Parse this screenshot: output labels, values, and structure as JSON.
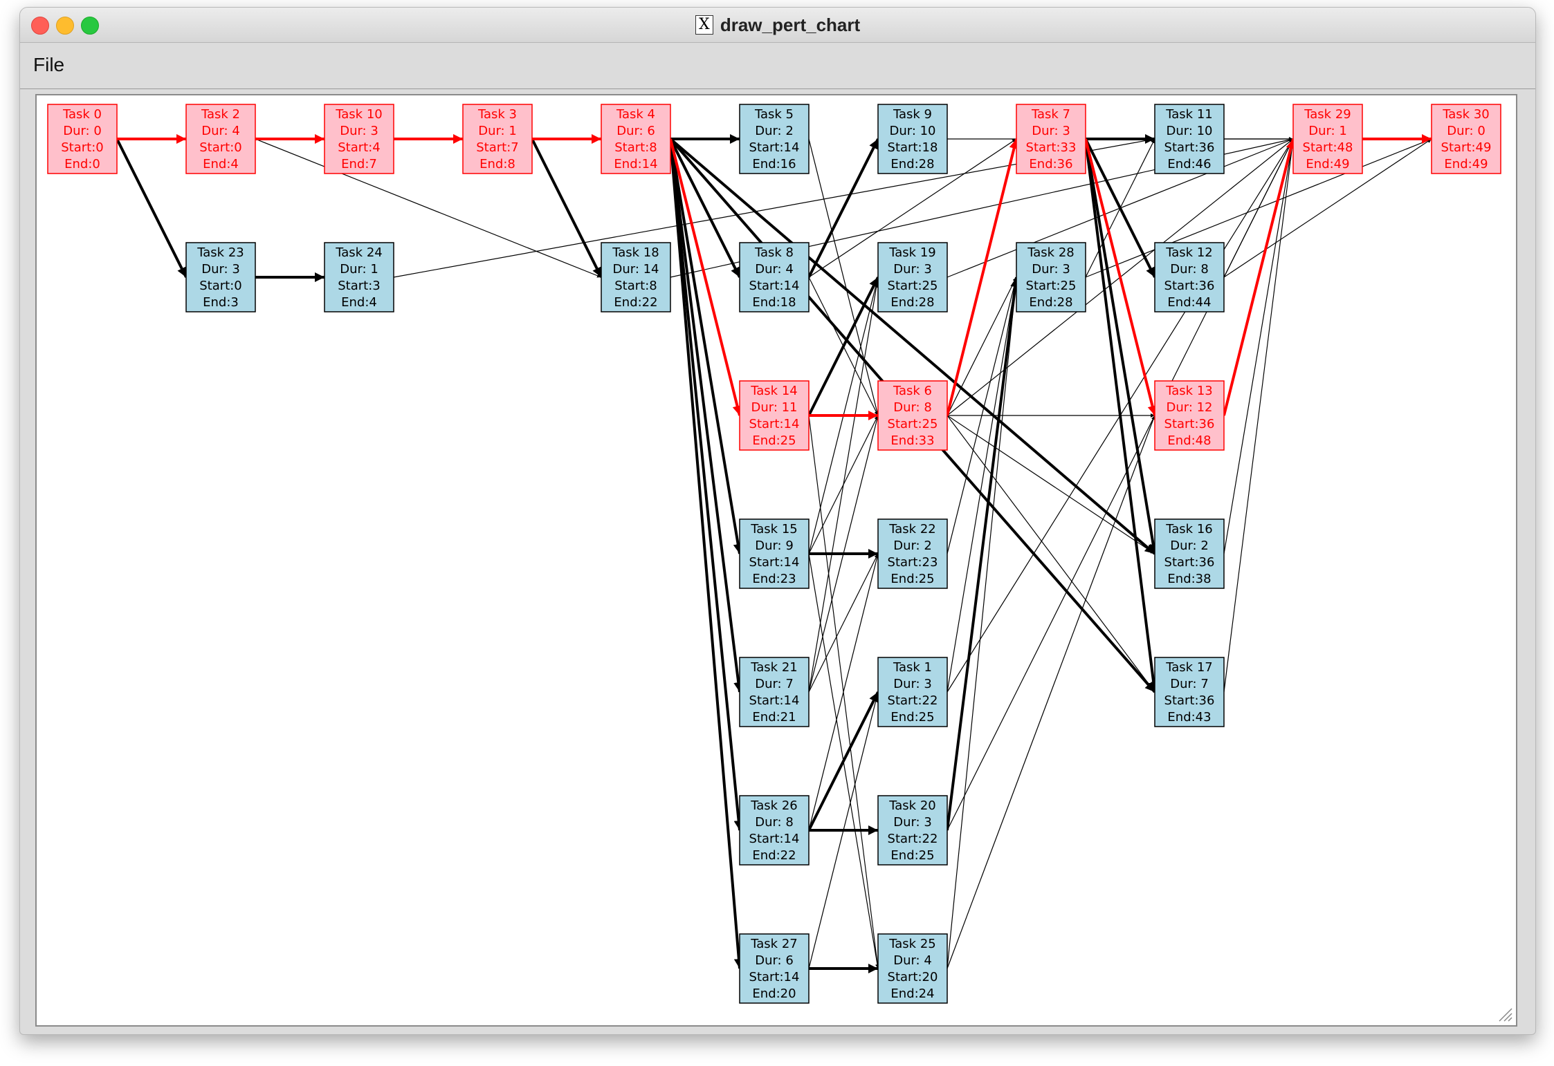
{
  "window": {
    "title": "draw_pert_chart",
    "app_icon": "x11-icon"
  },
  "menu": {
    "file": "File"
  },
  "colors": {
    "critical_edge": "#ff0000",
    "normal_edge": "#000000",
    "critical_fill": "#ffc0cb",
    "critical_border": "#ff0000",
    "critical_text": "#ff0000",
    "normal_fill": "#add8e6",
    "normal_border": "#000000",
    "normal_text": "#000000"
  },
  "diagram": {
    "tasks": [
      {
        "id": 0,
        "label": "Task 0",
        "dur": "Dur: 0",
        "start": "Start:0",
        "end": "End:0",
        "col": 0,
        "row": 0,
        "critical": true
      },
      {
        "id": 2,
        "label": "Task 2",
        "dur": "Dur: 4",
        "start": "Start:0",
        "end": "End:4",
        "col": 1,
        "row": 0,
        "critical": true
      },
      {
        "id": 23,
        "label": "Task 23",
        "dur": "Dur: 3",
        "start": "Start:0",
        "end": "End:3",
        "col": 1,
        "row": 1,
        "critical": false
      },
      {
        "id": 10,
        "label": "Task 10",
        "dur": "Dur: 3",
        "start": "Start:4",
        "end": "End:7",
        "col": 2,
        "row": 0,
        "critical": true
      },
      {
        "id": 24,
        "label": "Task 24",
        "dur": "Dur: 1",
        "start": "Start:3",
        "end": "End:4",
        "col": 2,
        "row": 1,
        "critical": false
      },
      {
        "id": 3,
        "label": "Task 3",
        "dur": "Dur: 1",
        "start": "Start:7",
        "end": "End:8",
        "col": 3,
        "row": 0,
        "critical": true
      },
      {
        "id": 4,
        "label": "Task 4",
        "dur": "Dur: 6",
        "start": "Start:8",
        "end": "End:14",
        "col": 4,
        "row": 0,
        "critical": true
      },
      {
        "id": 18,
        "label": "Task 18",
        "dur": "Dur: 14",
        "start": "Start:8",
        "end": "End:22",
        "col": 4,
        "row": 1,
        "critical": false
      },
      {
        "id": 5,
        "label": "Task 5",
        "dur": "Dur: 2",
        "start": "Start:14",
        "end": "End:16",
        "col": 5,
        "row": 0,
        "critical": false
      },
      {
        "id": 8,
        "label": "Task 8",
        "dur": "Dur: 4",
        "start": "Start:14",
        "end": "End:18",
        "col": 5,
        "row": 1,
        "critical": false
      },
      {
        "id": 14,
        "label": "Task 14",
        "dur": "Dur: 11",
        "start": "Start:14",
        "end": "End:25",
        "col": 5,
        "row": 2,
        "critical": true
      },
      {
        "id": 15,
        "label": "Task 15",
        "dur": "Dur: 9",
        "start": "Start:14",
        "end": "End:23",
        "col": 5,
        "row": 3,
        "critical": false
      },
      {
        "id": 21,
        "label": "Task 21",
        "dur": "Dur: 7",
        "start": "Start:14",
        "end": "End:21",
        "col": 5,
        "row": 4,
        "critical": false
      },
      {
        "id": 26,
        "label": "Task 26",
        "dur": "Dur: 8",
        "start": "Start:14",
        "end": "End:22",
        "col": 5,
        "row": 5,
        "critical": false
      },
      {
        "id": 27,
        "label": "Task 27",
        "dur": "Dur: 6",
        "start": "Start:14",
        "end": "End:20",
        "col": 5,
        "row": 6,
        "critical": false
      },
      {
        "id": 9,
        "label": "Task 9",
        "dur": "Dur: 10",
        "start": "Start:18",
        "end": "End:28",
        "col": 6,
        "row": 0,
        "critical": false
      },
      {
        "id": 19,
        "label": "Task 19",
        "dur": "Dur: 3",
        "start": "Start:25",
        "end": "End:28",
        "col": 6,
        "row": 1,
        "critical": false
      },
      {
        "id": 6,
        "label": "Task 6",
        "dur": "Dur: 8",
        "start": "Start:25",
        "end": "End:33",
        "col": 6,
        "row": 2,
        "critical": true
      },
      {
        "id": 22,
        "label": "Task 22",
        "dur": "Dur: 2",
        "start": "Start:23",
        "end": "End:25",
        "col": 6,
        "row": 3,
        "critical": false
      },
      {
        "id": 1,
        "label": "Task 1",
        "dur": "Dur: 3",
        "start": "Start:22",
        "end": "End:25",
        "col": 6,
        "row": 4,
        "critical": false
      },
      {
        "id": 20,
        "label": "Task 20",
        "dur": "Dur: 3",
        "start": "Start:22",
        "end": "End:25",
        "col": 6,
        "row": 5,
        "critical": false
      },
      {
        "id": 25,
        "label": "Task 25",
        "dur": "Dur: 4",
        "start": "Start:20",
        "end": "End:24",
        "col": 6,
        "row": 6,
        "critical": false
      },
      {
        "id": 7,
        "label": "Task 7",
        "dur": "Dur: 3",
        "start": "Start:33",
        "end": "End:36",
        "col": 7,
        "row": 0,
        "critical": true
      },
      {
        "id": 28,
        "label": "Task 28",
        "dur": "Dur: 3",
        "start": "Start:25",
        "end": "End:28",
        "col": 7,
        "row": 1,
        "critical": false
      },
      {
        "id": 11,
        "label": "Task 11",
        "dur": "Dur: 10",
        "start": "Start:36",
        "end": "End:46",
        "col": 8,
        "row": 0,
        "critical": false
      },
      {
        "id": 12,
        "label": "Task 12",
        "dur": "Dur: 8",
        "start": "Start:36",
        "end": "End:44",
        "col": 8,
        "row": 1,
        "critical": false
      },
      {
        "id": 13,
        "label": "Task 13",
        "dur": "Dur: 12",
        "start": "Start:36",
        "end": "End:48",
        "col": 8,
        "row": 2,
        "critical": true
      },
      {
        "id": 16,
        "label": "Task 16",
        "dur": "Dur: 2",
        "start": "Start:36",
        "end": "End:38",
        "col": 8,
        "row": 3,
        "critical": false
      },
      {
        "id": 17,
        "label": "Task 17",
        "dur": "Dur: 7",
        "start": "Start:36",
        "end": "End:43",
        "col": 8,
        "row": 4,
        "critical": false
      },
      {
        "id": 29,
        "label": "Task 29",
        "dur": "Dur: 1",
        "start": "Start:48",
        "end": "End:49",
        "col": 9,
        "row": 0,
        "critical": true
      },
      {
        "id": 30,
        "label": "Task 30",
        "dur": "Dur: 0",
        "start": "Start:49",
        "end": "End:49",
        "col": 10,
        "row": 0,
        "critical": true
      }
    ],
    "edges": [
      {
        "from": 0,
        "to": 2,
        "critical": true,
        "heavy": true
      },
      {
        "from": 0,
        "to": 23,
        "critical": false,
        "heavy": true
      },
      {
        "from": 2,
        "to": 10,
        "critical": true,
        "heavy": true
      },
      {
        "from": 2,
        "to": 18,
        "critical": false,
        "heavy": false
      },
      {
        "from": 10,
        "to": 3,
        "critical": true,
        "heavy": true
      },
      {
        "from": 23,
        "to": 24,
        "critical": false,
        "heavy": true
      },
      {
        "from": 24,
        "to": 11,
        "critical": false,
        "heavy": false
      },
      {
        "from": 3,
        "to": 4,
        "critical": true,
        "heavy": true
      },
      {
        "from": 3,
        "to": 18,
        "critical": false,
        "heavy": true
      },
      {
        "from": 18,
        "to": 29,
        "critical": false,
        "heavy": false
      },
      {
        "from": 4,
        "to": 5,
        "critical": false,
        "heavy": true
      },
      {
        "from": 4,
        "to": 8,
        "critical": false,
        "heavy": true
      },
      {
        "from": 4,
        "to": 14,
        "critical": true,
        "heavy": true
      },
      {
        "from": 4,
        "to": 15,
        "critical": false,
        "heavy": true
      },
      {
        "from": 4,
        "to": 21,
        "critical": false,
        "heavy": true
      },
      {
        "from": 4,
        "to": 26,
        "critical": false,
        "heavy": true
      },
      {
        "from": 4,
        "to": 27,
        "critical": false,
        "heavy": true
      },
      {
        "from": 4,
        "to": 16,
        "critical": false,
        "heavy": true
      },
      {
        "from": 4,
        "to": 17,
        "critical": false,
        "heavy": true
      },
      {
        "from": 5,
        "to": 6,
        "critical": false,
        "heavy": false
      },
      {
        "from": 8,
        "to": 9,
        "critical": false,
        "heavy": true
      },
      {
        "from": 8,
        "to": 7,
        "critical": false,
        "heavy": false
      },
      {
        "from": 8,
        "to": 6,
        "critical": false,
        "heavy": false
      },
      {
        "from": 14,
        "to": 19,
        "critical": false,
        "heavy": true
      },
      {
        "from": 14,
        "to": 6,
        "critical": true,
        "heavy": true
      },
      {
        "from": 14,
        "to": 25,
        "critical": false,
        "heavy": false
      },
      {
        "from": 15,
        "to": 22,
        "critical": false,
        "heavy": true
      },
      {
        "from": 15,
        "to": 19,
        "critical": false,
        "heavy": false
      },
      {
        "from": 15,
        "to": 6,
        "critical": false,
        "heavy": false
      },
      {
        "from": 15,
        "to": 25,
        "critical": false,
        "heavy": false
      },
      {
        "from": 21,
        "to": 22,
        "critical": false,
        "heavy": false
      },
      {
        "from": 21,
        "to": 6,
        "critical": false,
        "heavy": false
      },
      {
        "from": 21,
        "to": 19,
        "critical": false,
        "heavy": false
      },
      {
        "from": 26,
        "to": 1,
        "critical": false,
        "heavy": true
      },
      {
        "from": 26,
        "to": 20,
        "critical": false,
        "heavy": true
      },
      {
        "from": 26,
        "to": 22,
        "critical": false,
        "heavy": false
      },
      {
        "from": 27,
        "to": 25,
        "critical": false,
        "heavy": true
      },
      {
        "from": 27,
        "to": 1,
        "critical": false,
        "heavy": false
      },
      {
        "from": 9,
        "to": 11,
        "critical": false,
        "heavy": false
      },
      {
        "from": 19,
        "to": 29,
        "critical": false,
        "heavy": false
      },
      {
        "from": 6,
        "to": 7,
        "critical": true,
        "heavy": true
      },
      {
        "from": 6,
        "to": 28,
        "critical": false,
        "heavy": false
      },
      {
        "from": 6,
        "to": 13,
        "critical": false,
        "heavy": false
      },
      {
        "from": 6,
        "to": 16,
        "critical": false,
        "heavy": false
      },
      {
        "from": 6,
        "to": 17,
        "critical": false,
        "heavy": false
      },
      {
        "from": 6,
        "to": 29,
        "critical": false,
        "heavy": false
      },
      {
        "from": 22,
        "to": 28,
        "critical": false,
        "heavy": false
      },
      {
        "from": 1,
        "to": 28,
        "critical": false,
        "heavy": false
      },
      {
        "from": 1,
        "to": 29,
        "critical": false,
        "heavy": false
      },
      {
        "from": 20,
        "to": 28,
        "critical": false,
        "heavy": true
      },
      {
        "from": 20,
        "to": 29,
        "critical": false,
        "heavy": false
      },
      {
        "from": 25,
        "to": 28,
        "critical": false,
        "heavy": false
      },
      {
        "from": 25,
        "to": 13,
        "critical": false,
        "heavy": false
      },
      {
        "from": 7,
        "to": 11,
        "critical": false,
        "heavy": true
      },
      {
        "from": 7,
        "to": 12,
        "critical": false,
        "heavy": true
      },
      {
        "from": 7,
        "to": 13,
        "critical": true,
        "heavy": true
      },
      {
        "from": 7,
        "to": 16,
        "critical": false,
        "heavy": true
      },
      {
        "from": 7,
        "to": 17,
        "critical": false,
        "heavy": true
      },
      {
        "from": 28,
        "to": 11,
        "critical": false,
        "heavy": false
      },
      {
        "from": 28,
        "to": 30,
        "critical": false,
        "heavy": false
      },
      {
        "from": 11,
        "to": 29,
        "critical": false,
        "heavy": false
      },
      {
        "from": 11,
        "to": 30,
        "critical": false,
        "heavy": false
      },
      {
        "from": 12,
        "to": 29,
        "critical": false,
        "heavy": false
      },
      {
        "from": 12,
        "to": 30,
        "critical": false,
        "heavy": false
      },
      {
        "from": 13,
        "to": 29,
        "critical": true,
        "heavy": true
      },
      {
        "from": 16,
        "to": 29,
        "critical": false,
        "heavy": false
      },
      {
        "from": 17,
        "to": 29,
        "critical": false,
        "heavy": false
      },
      {
        "from": 29,
        "to": 30,
        "critical": true,
        "heavy": true
      }
    ]
  }
}
